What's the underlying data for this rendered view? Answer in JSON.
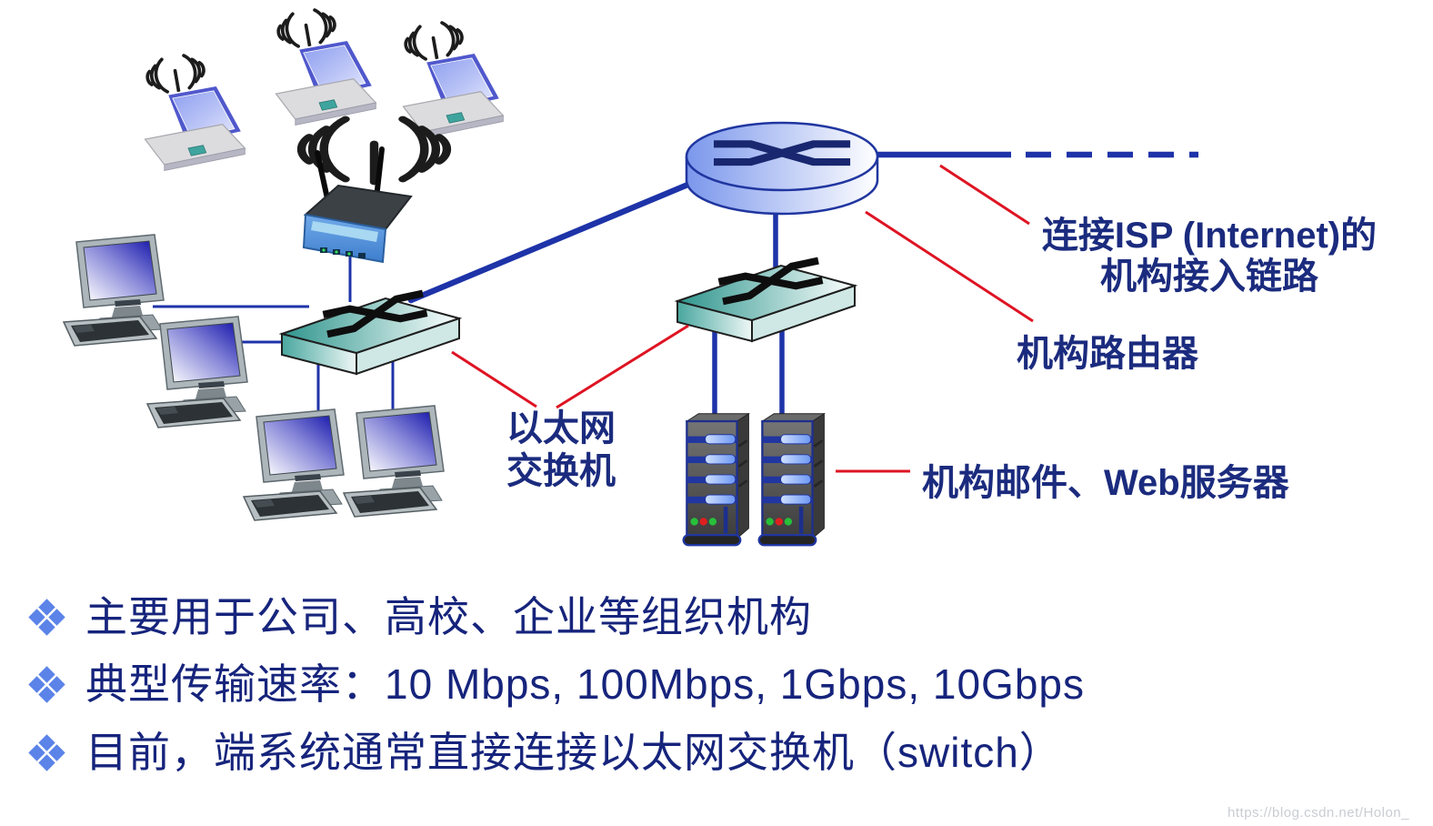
{
  "colors": {
    "label_blue": "#1b2b7e",
    "bullet_text_blue": "#16247c",
    "bullet_marker_blue": "#5b83e8",
    "link_blue": "#1e33a8",
    "annotation_red": "#de1423",
    "switch_teal": "#2e958d",
    "router_fill_blue": "#7b97ec",
    "watermark_gray": "#c9cdd4"
  },
  "diagram": {
    "labels": {
      "isp_link": "连接ISP (Internet)的\n机构接入链路",
      "org_router": "机构路由器",
      "ethernet_switch": "以太网\n交换机",
      "servers": "机构邮件、Web服务器"
    },
    "icons": {
      "wifi-signal-icon": "radiating arcs around antenna",
      "laptop-icon": "wireless laptop",
      "wireless-router-icon": "two-antenna access point",
      "desktop-pc-icon": "monitor with keyboard",
      "ethernet-switch-icon": "3D box with crossed-arrow symbol",
      "router-icon": "cylinder with crossed-arrow symbol",
      "server-icon": "tower server with LEDs",
      "bullet-diamond-icon": "cluster of four blue diamonds"
    }
  },
  "bullets": [
    {
      "text": "主要用于公司、高校、企业等组织机构"
    },
    {
      "text": "典型传输速率：10 Mbps, 100Mbps, 1Gbps, 10Gbps"
    },
    {
      "text": "目前，端系统通常直接连接以太网交换机（switch）"
    }
  ],
  "watermark": "https://blog.csdn.net/Holon_"
}
